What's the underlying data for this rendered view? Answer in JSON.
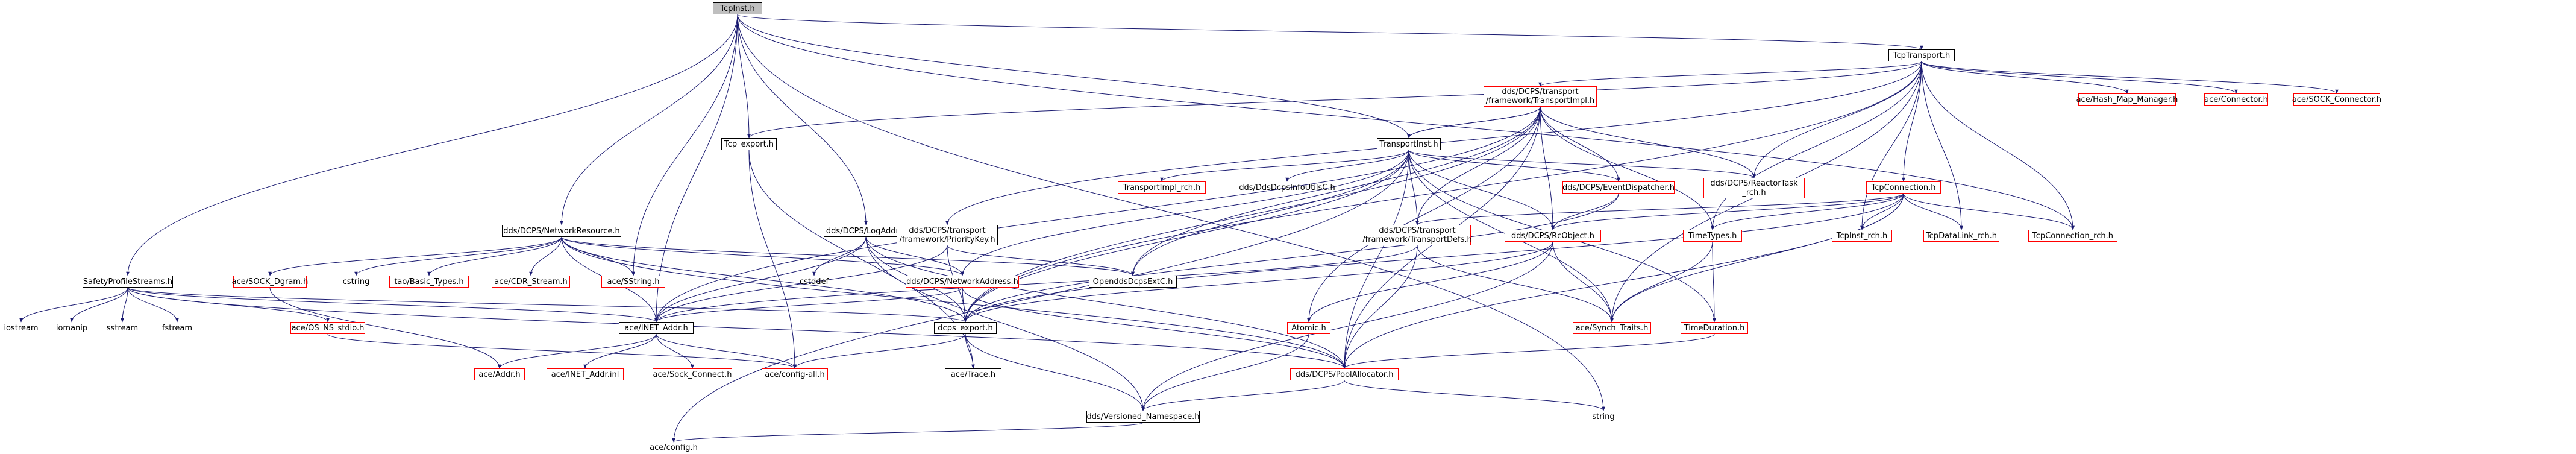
{
  "colors": {
    "edge": "#191970",
    "documented": "#000000",
    "external": "#ff0000",
    "root_fill": "#bfbfbf"
  },
  "nodes": {
    "tcpinst": {
      "label": "TcpInst.h"
    },
    "safety": {
      "label": "SafetyProfileStreams.h"
    },
    "netres": {
      "label": "dds/DCPS/NetworkResource.h"
    },
    "logaddr": {
      "label": "dds/DCPS/LogAddr.h"
    },
    "tcp_export": {
      "label": "Tcp_export.h"
    },
    "tcptransport": {
      "label": "TcpTransport.h"
    },
    "transportinst": {
      "label": "TransportInst.h"
    },
    "transportimpl": {
      "label": [
        "dds/DCPS/transport",
        "/framework/TransportImpl.h"
      ]
    },
    "prioritykey": {
      "label": [
        "dds/DCPS/transport",
        "/framework/PriorityKey.h"
      ]
    },
    "iostream": {
      "label": "iostream"
    },
    "iomanip": {
      "label": "iomanip"
    },
    "sstream": {
      "label": "sstream"
    },
    "fstream": {
      "label": "fstream"
    },
    "os_ns_stdio": {
      "label": "ace/OS_NS_stdio.h"
    },
    "sock_dgram": {
      "label": "ace/SOCK_Dgram.h"
    },
    "cstring": {
      "label": "cstring"
    },
    "basic_types": {
      "label": "tao/Basic_Types.h"
    },
    "cdr_stream": {
      "label": "ace/CDR_Stream.h"
    },
    "sstring": {
      "label": "ace/SString.h"
    },
    "cstddef": {
      "label": "cstddef"
    },
    "netaddr": {
      "label": "dds/DCPS/NetworkAddress.h"
    },
    "opendds_ext": {
      "label": "OpenddsDcpsExtC.h"
    },
    "inet_addr": {
      "label": "ace/INET_Addr.h"
    },
    "dcps_export": {
      "label": "dcps_export.h"
    },
    "addr": {
      "label": "ace/Addr.h"
    },
    "inet_addr_inl": {
      "label": "ace/INET_Addr.inl"
    },
    "sock_connect": {
      "label": "ace/Sock_Connect.h"
    },
    "config_all": {
      "label": "ace/config-all.h"
    },
    "trace": {
      "label": "ace/Trace.h"
    },
    "versioned_ns": {
      "label": "dds/Versioned_Namespace.h"
    },
    "config": {
      "label": "ace/config.h"
    },
    "poolallocator": {
      "label": "dds/DCPS/PoolAllocator.h"
    },
    "string": {
      "label": "string"
    },
    "atomic": {
      "label": "Atomic.h"
    },
    "transportimpl_rch": {
      "label": "TransportImpl_rch.h"
    },
    "ddsinfoutils": {
      "label": "dds/DdsDcpsInfoUtilsC.h"
    },
    "eventdispatcher": {
      "label": "dds/DCPS/EventDispatcher.h"
    },
    "reactortask": {
      "label": [
        "dds/DCPS/ReactorTask",
        "_rch.h"
      ]
    },
    "transportdefs": {
      "label": [
        "dds/DCPS/transport",
        "/framework/TransportDefs.h"
      ]
    },
    "rcobject": {
      "label": "dds/DCPS/RcObject.h"
    },
    "timetypes": {
      "label": "TimeTypes.h"
    },
    "synch_traits": {
      "label": "ace/Synch_Traits.h"
    },
    "timeduration": {
      "label": "TimeDuration.h"
    },
    "tcpconnection": {
      "label": "TcpConnection.h"
    },
    "tcpinst_rch": {
      "label": "TcpInst_rch.h"
    },
    "tcpdatalink_rch": {
      "label": "TcpDataLink_rch.h"
    },
    "tcpconnection_rch": {
      "label": "TcpConnection_rch.h"
    },
    "hash_map": {
      "label": "ace/Hash_Map_Manager.h"
    },
    "connector": {
      "label": "ace/Connector.h"
    },
    "sock_connector": {
      "label": "ace/SOCK_Connector.h"
    }
  },
  "edges": [
    [
      "tcpinst",
      "safety"
    ],
    [
      "tcpinst",
      "netres"
    ],
    [
      "tcpinst",
      "logaddr"
    ],
    [
      "tcpinst",
      "tcp_export"
    ],
    [
      "tcpinst",
      "tcptransport"
    ],
    [
      "tcpinst",
      "transportinst"
    ],
    [
      "tcpinst",
      "inet_addr"
    ],
    [
      "tcpinst",
      "sstring"
    ],
    [
      "tcpinst",
      "tcpconnection_rch"
    ],
    [
      "tcpinst",
      "string"
    ],
    [
      "safety",
      "iostream"
    ],
    [
      "safety",
      "iomanip"
    ],
    [
      "safety",
      "sstream"
    ],
    [
      "safety",
      "fstream"
    ],
    [
      "safety",
      "os_ns_stdio"
    ],
    [
      "safety",
      "inet_addr"
    ],
    [
      "safety",
      "dcps_export"
    ],
    [
      "safety",
      "poolallocator"
    ],
    [
      "netres",
      "sock_dgram"
    ],
    [
      "netres",
      "cstring"
    ],
    [
      "netres",
      "basic_types"
    ],
    [
      "netres",
      "cdr_stream"
    ],
    [
      "netres",
      "sstring"
    ],
    [
      "netres",
      "inet_addr"
    ],
    [
      "netres",
      "dcps_export"
    ],
    [
      "netres",
      "netaddr"
    ],
    [
      "netres",
      "opendds_ext"
    ],
    [
      "netres",
      "poolallocator"
    ],
    [
      "logaddr",
      "cstddef"
    ],
    [
      "logaddr",
      "netaddr"
    ],
    [
      "logaddr",
      "inet_addr"
    ],
    [
      "logaddr",
      "dcps_export"
    ],
    [
      "logaddr",
      "versioned_ns"
    ],
    [
      "logaddr",
      "poolallocator"
    ],
    [
      "tcp_export",
      "config_all"
    ],
    [
      "tcp_export",
      "trace"
    ],
    [
      "tcptransport",
      "transportimpl"
    ],
    [
      "tcptransport",
      "tcp_export"
    ],
    [
      "tcptransport",
      "tcpconnection"
    ],
    [
      "tcptransport",
      "tcpinst_rch"
    ],
    [
      "tcptransport",
      "tcpdatalink_rch"
    ],
    [
      "tcptransport",
      "tcpconnection_rch"
    ],
    [
      "tcptransport",
      "hash_map"
    ],
    [
      "tcptransport",
      "connector"
    ],
    [
      "tcptransport",
      "sock_connector"
    ],
    [
      "tcptransport",
      "reactortask"
    ],
    [
      "tcptransport",
      "prioritykey"
    ],
    [
      "tcptransport",
      "synch_traits"
    ],
    [
      "tcptransport",
      "dcps_export"
    ],
    [
      "tcptransport",
      "timetypes"
    ],
    [
      "transportinst",
      "transportimpl"
    ],
    [
      "transportinst",
      "transportimpl_rch"
    ],
    [
      "transportinst",
      "ddsinfoutils"
    ],
    [
      "transportinst",
      "eventdispatcher"
    ],
    [
      "transportinst",
      "reactortask"
    ],
    [
      "transportinst",
      "transportdefs"
    ],
    [
      "transportinst",
      "rcobject"
    ],
    [
      "transportinst",
      "timeduration"
    ],
    [
      "transportinst",
      "synch_traits"
    ],
    [
      "transportinst",
      "opendds_ext"
    ],
    [
      "transportinst",
      "netaddr"
    ],
    [
      "transportinst",
      "poolallocator"
    ],
    [
      "transportinst",
      "dcps_export"
    ],
    [
      "transportinst",
      "config"
    ],
    [
      "transportimpl",
      "transportinst"
    ],
    [
      "transportimpl",
      "eventdispatcher"
    ],
    [
      "transportimpl",
      "reactortask"
    ],
    [
      "transportimpl",
      "transportdefs"
    ],
    [
      "transportimpl",
      "rcobject"
    ],
    [
      "transportimpl",
      "timetypes"
    ],
    [
      "transportimpl",
      "atomic"
    ],
    [
      "transportimpl",
      "opendds_ext"
    ],
    [
      "transportimpl",
      "poolallocator"
    ],
    [
      "transportimpl",
      "inet_addr"
    ],
    [
      "transportimpl",
      "dcps_export"
    ],
    [
      "prioritykey",
      "inet_addr"
    ],
    [
      "prioritykey",
      "dcps_export"
    ],
    [
      "prioritykey",
      "opendds_ext"
    ],
    [
      "sock_dgram",
      "addr"
    ],
    [
      "os_ns_stdio",
      "config_all"
    ],
    [
      "netaddr",
      "inet_addr"
    ],
    [
      "netaddr",
      "dcps_export"
    ],
    [
      "netaddr",
      "poolallocator"
    ],
    [
      "inet_addr",
      "addr"
    ],
    [
      "inet_addr",
      "inet_addr_inl"
    ],
    [
      "inet_addr",
      "sock_connect"
    ],
    [
      "inet_addr",
      "config_all"
    ],
    [
      "dcps_export",
      "config_all"
    ],
    [
      "dcps_export",
      "trace"
    ],
    [
      "dcps_export",
      "versioned_ns"
    ],
    [
      "poolallocator",
      "versioned_ns"
    ],
    [
      "poolallocator",
      "string"
    ],
    [
      "versioned_ns",
      "config"
    ],
    [
      "atomic",
      "versioned_ns"
    ],
    [
      "eventdispatcher",
      "rcobject"
    ],
    [
      "eventdispatcher",
      "dcps_export"
    ],
    [
      "transportdefs",
      "synch_traits"
    ],
    [
      "transportdefs",
      "inet_addr"
    ],
    [
      "transportdefs",
      "poolallocator"
    ],
    [
      "rcobject",
      "atomic"
    ],
    [
      "rcobject",
      "synch_traits"
    ],
    [
      "rcobject",
      "dcps_export"
    ],
    [
      "rcobject",
      "versioned_ns"
    ],
    [
      "timetypes",
      "timeduration"
    ],
    [
      "timetypes",
      "synch_traits"
    ],
    [
      "timeduration",
      "poolallocator"
    ],
    [
      "tcpconnection",
      "tcpinst_rch"
    ],
    [
      "tcpconnection",
      "tcpdatalink_rch"
    ],
    [
      "tcpconnection",
      "tcpconnection_rch"
    ],
    [
      "tcpconnection",
      "transportdefs"
    ],
    [
      "tcpconnection",
      "rcobject"
    ],
    [
      "tcpconnection",
      "timetypes"
    ],
    [
      "tcpconnection",
      "synch_traits"
    ],
    [
      "tcpconnection",
      "poolallocator"
    ],
    [
      "tcpconnection",
      "dcps_export"
    ]
  ]
}
